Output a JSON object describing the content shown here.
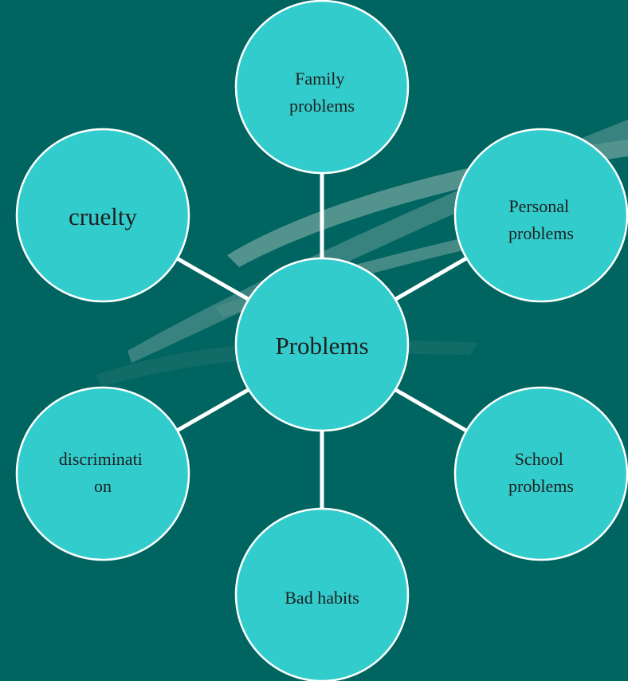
{
  "colors": {
    "background": "#006560",
    "node_fill": "#33cccc",
    "node_stroke": "#ffffff",
    "connector": "#ffffff",
    "text": "#1f1f1f"
  },
  "center": {
    "lines": [
      "Problems"
    ]
  },
  "nodes": [
    {
      "id": "family",
      "lines": [
        "Family",
        "problems"
      ]
    },
    {
      "id": "personal",
      "lines": [
        "Personal",
        "problems"
      ]
    },
    {
      "id": "school",
      "lines": [
        "School",
        "problems"
      ]
    },
    {
      "id": "bad-habits",
      "lines": [
        "Bad habits"
      ]
    },
    {
      "id": "discrimination",
      "lines": [
        "discriminati",
        "on"
      ]
    },
    {
      "id": "cruelty",
      "lines": [
        "cruelty"
      ]
    }
  ]
}
